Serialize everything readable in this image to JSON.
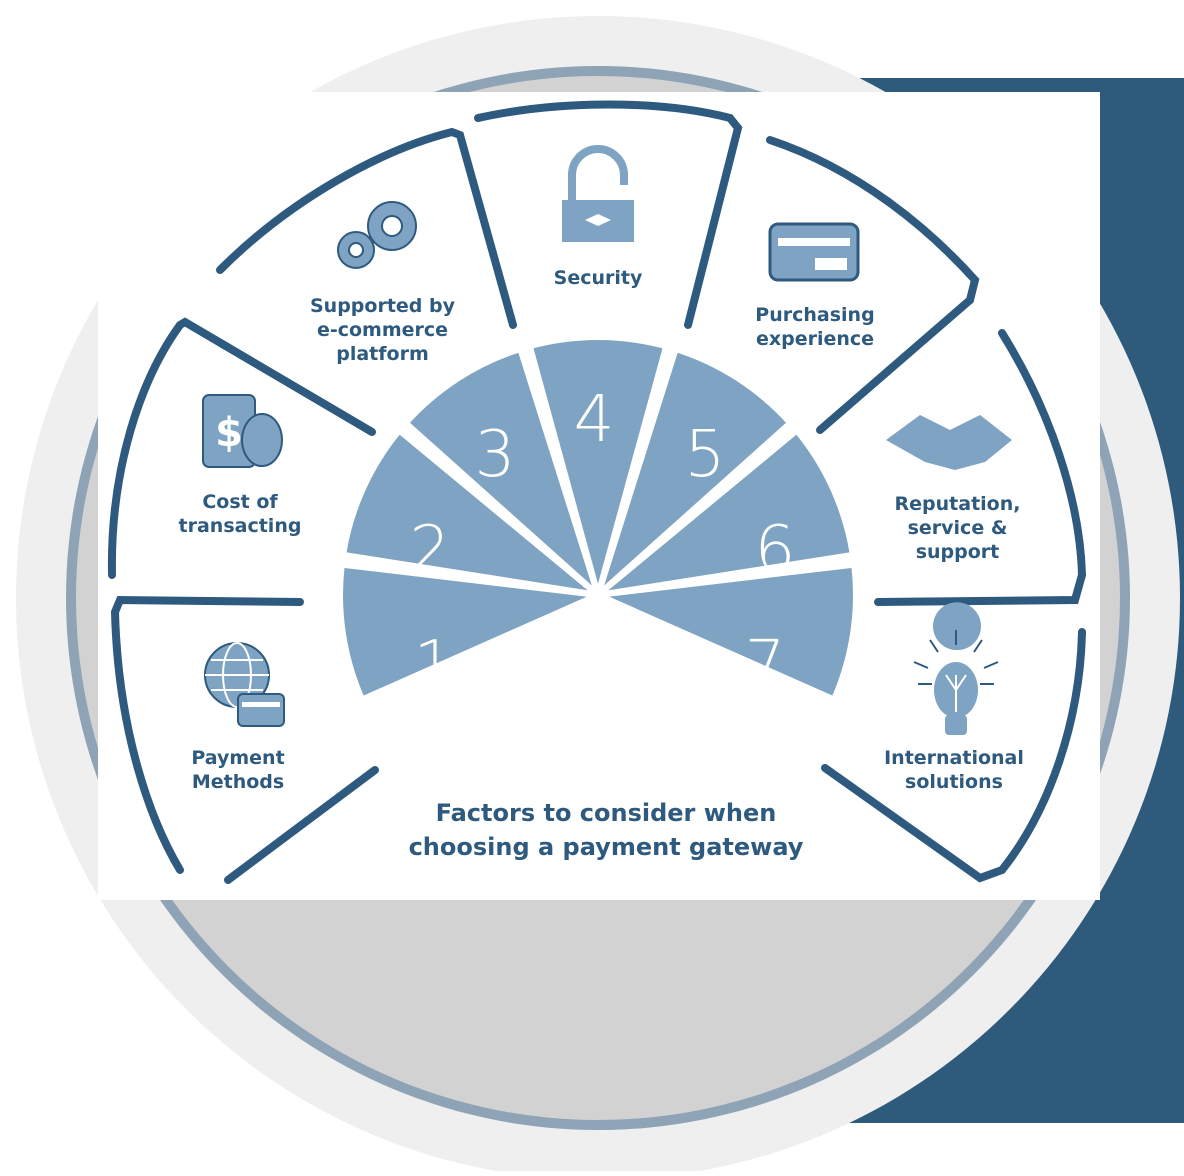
{
  "title": "Factors to consider when\nchoosing a payment gateway",
  "segments": [
    {
      "number": "1",
      "label": "Payment\nMethods",
      "icon": "globe-card-icon"
    },
    {
      "number": "2",
      "label": "Cost of\ntransacting",
      "icon": "coins-dollar-icon"
    },
    {
      "number": "3",
      "label": "Supported by\ne-commerce\nplatform",
      "icon": "gears-icon"
    },
    {
      "number": "4",
      "label": "Security",
      "icon": "padlock-icon"
    },
    {
      "number": "5",
      "label": "Purchasing\nexperience",
      "icon": "credit-card-icon"
    },
    {
      "number": "6",
      "label": "Reputation,\nservice &\nsupport",
      "icon": "handshake-icon"
    },
    {
      "number": "7",
      "label": "International\nsolutions",
      "icon": "lightbulb-icon"
    }
  ],
  "colors": {
    "navy_panel": "#2e5a7c",
    "ring_steel": "#8fa3b6",
    "outer_ring": "#efefef",
    "wedge": "#7fa4c3",
    "outline": "#2d5a7e",
    "label_text": "#2d5a7e"
  }
}
